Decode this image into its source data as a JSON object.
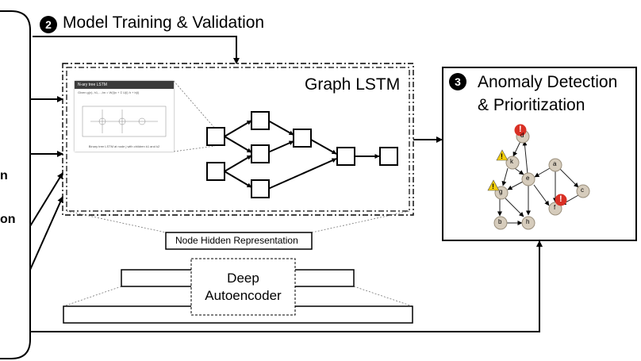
{
  "step2": {
    "badge": "2",
    "title": "Model Training & Validation"
  },
  "graph_lstm": {
    "title": "Graph LSTM"
  },
  "step3": {
    "badge": "3",
    "title_line1": "Anomaly Detection",
    "title_line2": "& Prioritization"
  },
  "node_hidden_representation": "Node Hidden Representation",
  "autoencoder": {
    "line1": "Deep",
    "line2": "Autoencoder"
  },
  "cut_labels": [
    "n",
    "on"
  ],
  "thumbnail": {
    "header": "N-ary tree LSTM",
    "equation": "Given g(x), h1,...,hn = W(i)x + Σ U(i) h + b(i)",
    "caption": "Binary tree LSTM at node j with children k1 and k2"
  },
  "graph_nodes": [
    {
      "id": "d",
      "label": "d"
    },
    {
      "id": "k",
      "label": "k"
    },
    {
      "id": "a",
      "label": "a"
    },
    {
      "id": "e",
      "label": "e"
    },
    {
      "id": "g",
      "label": "g"
    },
    {
      "id": "c",
      "label": "c"
    },
    {
      "id": "f",
      "label": "f"
    },
    {
      "id": "b",
      "label": "b"
    },
    {
      "id": "h",
      "label": "h"
    }
  ],
  "alert_marks": {
    "critical": "!",
    "warning": "!"
  },
  "colors": {
    "node_fill": "#d6ccbc",
    "alert_red": "#d93025",
    "warning_yellow": "#f2cc0c"
  }
}
